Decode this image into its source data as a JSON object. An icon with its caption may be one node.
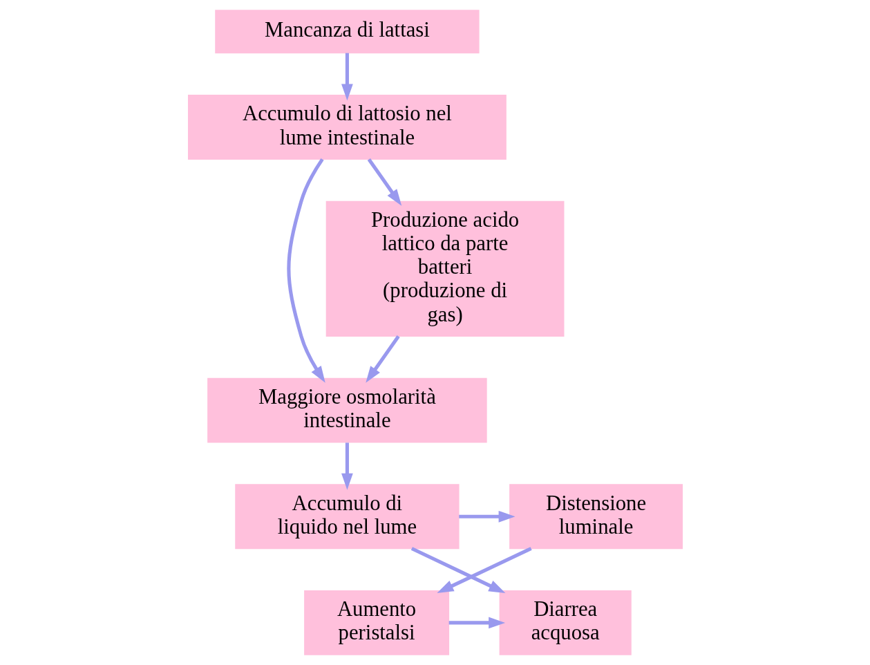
{
  "diagram": {
    "nodes": [
      {
        "text": [
          "Mancanza di lattasi"
        ]
      },
      {
        "text": [
          "Accumulo di lattosio nel lume intestinale"
        ]
      },
      {
        "text": [
          "Produzione acido lattico da parte batteri (produzione di gas)"
        ]
      },
      {
        "text": [
          "Maggiore osmolarità intestinale"
        ]
      },
      {
        "text": [
          "Accumulo di liquido nel lume"
        ]
      },
      {
        "text": [
          "Distensione luminale"
        ]
      },
      {
        "text": [
          "Diarrea acquosa"
        ]
      },
      {
        "text": [
          "Aumento peristalsi"
        ]
      }
    ],
    "edges": [
      {
        "from": 0,
        "to": 1,
        "arrow": "to"
      },
      {
        "from": 1,
        "to": 2,
        "arrow": "to"
      },
      {
        "from": 1,
        "to": 3,
        "arrow": "to"
      },
      {
        "from": 2,
        "to": 3,
        "arrow": "to"
      },
      {
        "from": 3,
        "to": 4,
        "arrow": "to"
      },
      {
        "from": 4,
        "to": 5,
        "arrow": "to"
      },
      {
        "from": 4,
        "to": 6,
        "arrow": "to"
      },
      {
        "from": 5,
        "to": 7,
        "arrow": "to"
      },
      {
        "from": 7,
        "to": 6,
        "arrow": "to"
      }
    ]
  }
}
